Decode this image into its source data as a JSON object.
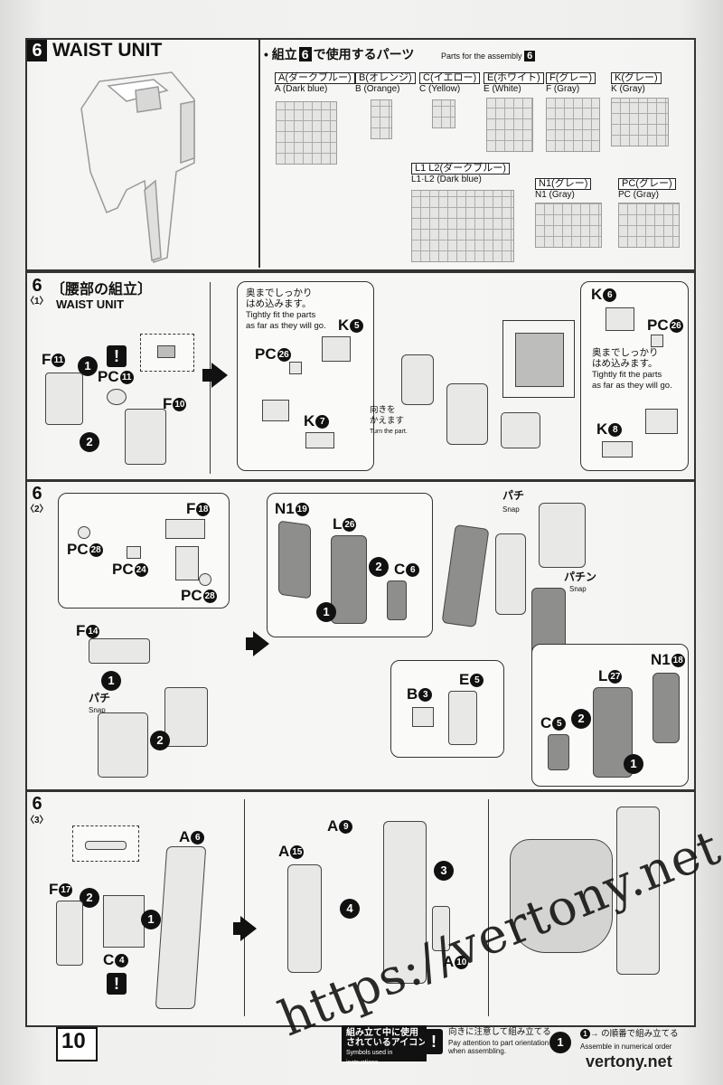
{
  "page_number": "10",
  "watermark": "https://vertony.net",
  "site_mark": "vertony.net",
  "section6": {
    "number": "6",
    "title": "WAIST UNIT",
    "parts_heading": "組立",
    "parts_heading_num": "6",
    "parts_heading_rest": "で使用するパーツ",
    "parts_heading_en": "Parts for the assembly",
    "parts_heading_en_num": "6",
    "runners": [
      {
        "jp": "A(ダークブルー)",
        "en": "A (Dark blue)"
      },
      {
        "jp": "B(オレンジ)",
        "en": "B (Orange)"
      },
      {
        "jp": "C(イエロー)",
        "en": "C (Yellow)"
      },
      {
        "jp": "E(ホワイト)",
        "en": "E (White)"
      },
      {
        "jp": "F(グレー)",
        "en": "F (Gray)"
      },
      {
        "jp": "K(グレー)",
        "en": "K (Gray)"
      },
      {
        "jp": "L1 L2(ダークブルー)",
        "en": "L1·L2 (Dark blue)"
      },
      {
        "jp": "N1(グレー)",
        "en": "N1 (Gray)"
      },
      {
        "jp": "PC(グレー)",
        "en": "PC (Gray)"
      }
    ]
  },
  "step1": {
    "number": "6",
    "sub": "〈1〉",
    "jp_title": "〔腰部の組立〕",
    "en_title": "WAIST UNIT",
    "labels": {
      "f11": "F",
      "f11n": "11",
      "pc11": "PC",
      "pc11n": "11",
      "f10": "F",
      "f10n": "10",
      "pc26a": "PC",
      "pc26an": "26",
      "k5": "K",
      "k5n": "5",
      "k7": "K",
      "k7n": "7",
      "k6": "K",
      "k6n": "6",
      "pc26b": "PC",
      "pc26bn": "26",
      "k8": "K",
      "k8n": "8"
    },
    "note_left_jp": "奥までしっかり\nはめ込みます。",
    "note_left_en": "Tightly fit the parts\nas far as they will go.",
    "note_right_jp": "奥までしっかり\nはめ込みます。",
    "note_right_en": "Tightly fit the parts\nas far as they will go.",
    "turn_jp": "向きを\nかえます",
    "turn_en": "Turn the part."
  },
  "step2": {
    "number": "6",
    "sub": "〈2〉",
    "labels": {
      "f18": "F",
      "f18n": "18",
      "pc28a": "PC",
      "pc28an": "28",
      "pc24": "PC",
      "pc24n": "24",
      "pc28b": "PC",
      "pc28bn": "28",
      "f14": "F",
      "f14n": "14",
      "n1_19": "N1",
      "n1_19n": "19",
      "l26": "L",
      "l26n": "26",
      "c6": "C",
      "c6n": "6",
      "b3": "B",
      "b3n": "3",
      "e5": "E",
      "e5n": "5",
      "c5": "C",
      "c5n": "5",
      "l27": "L",
      "l27n": "27",
      "n1_18": "N1",
      "n1_18n": "18"
    },
    "snap_jp": "パチ",
    "snap_en": "Snap",
    "snap2_jp": "パチン",
    "snap2_en": "Snap"
  },
  "step3": {
    "number": "6",
    "sub": "〈3〉",
    "labels": {
      "a6": "A",
      "a6n": "6",
      "f17": "F",
      "f17n": "17",
      "c4": "C",
      "c4n": "4",
      "a9": "A",
      "a9n": "9",
      "a15": "A",
      "a15n": "15",
      "a10": "A",
      "a10n": "10"
    }
  },
  "footer": {
    "icons_jp": "組み立て中に使用\nされているアイコン",
    "icons_en": "Symbols used in instructions",
    "attention_jp": "向きに注意して組み立てる",
    "attention_en": "Pay attention to part orientation\nwhen assembling.",
    "order_jp": "→ の順番で組み立てる",
    "order_en": "Assemble in numerical order"
  }
}
